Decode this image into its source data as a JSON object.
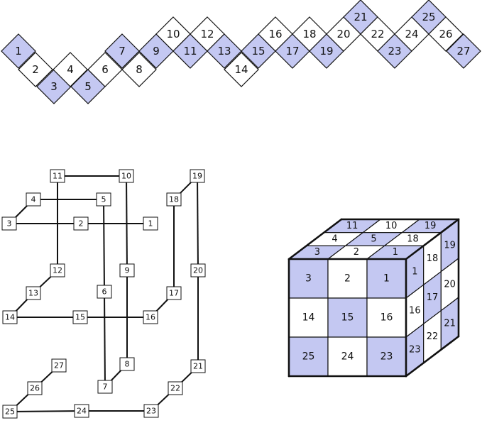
{
  "colors": {
    "highlight": "#c4c8f2",
    "plain": "#ffffff",
    "stroke": "#111111"
  },
  "strip": {
    "cells": [
      {
        "label": "1",
        "hl": true
      },
      {
        "label": "2",
        "hl": false
      },
      {
        "label": "3",
        "hl": true
      },
      {
        "label": "4",
        "hl": false
      },
      {
        "label": "5",
        "hl": true
      },
      {
        "label": "6",
        "hl": false
      },
      {
        "label": "7",
        "hl": true
      },
      {
        "label": "8",
        "hl": false
      },
      {
        "label": "9",
        "hl": true
      },
      {
        "label": "10",
        "hl": false
      },
      {
        "label": "11",
        "hl": true
      },
      {
        "label": "12",
        "hl": false
      },
      {
        "label": "13",
        "hl": true
      },
      {
        "label": "14",
        "hl": false
      },
      {
        "label": "15",
        "hl": true
      },
      {
        "label": "16",
        "hl": false
      },
      {
        "label": "17",
        "hl": true
      },
      {
        "label": "18",
        "hl": false
      },
      {
        "label": "19",
        "hl": true
      },
      {
        "label": "20",
        "hl": false
      },
      {
        "label": "21",
        "hl": true
      },
      {
        "label": "22",
        "hl": false
      },
      {
        "label": "23",
        "hl": true
      },
      {
        "label": "24",
        "hl": false
      },
      {
        "label": "25",
        "hl": true
      },
      {
        "label": "26",
        "hl": false
      },
      {
        "label": "27",
        "hl": true
      }
    ]
  },
  "graph": {
    "nodes": [
      {
        "id": "1",
        "label": "1"
      },
      {
        "id": "2",
        "label": "2"
      },
      {
        "id": "3",
        "label": "3"
      },
      {
        "id": "4",
        "label": "4"
      },
      {
        "id": "5",
        "label": "5"
      },
      {
        "id": "6",
        "label": "6"
      },
      {
        "id": "7",
        "label": "7"
      },
      {
        "id": "8",
        "label": "8"
      },
      {
        "id": "9",
        "label": "9"
      },
      {
        "id": "10",
        "label": "10"
      },
      {
        "id": "11",
        "label": "11"
      },
      {
        "id": "12",
        "label": "12"
      },
      {
        "id": "13",
        "label": "13"
      },
      {
        "id": "14",
        "label": "14"
      },
      {
        "id": "15",
        "label": "15"
      },
      {
        "id": "16",
        "label": "16"
      },
      {
        "id": "17",
        "label": "17"
      },
      {
        "id": "18",
        "label": "18"
      },
      {
        "id": "19",
        "label": "19"
      },
      {
        "id": "20",
        "label": "20"
      },
      {
        "id": "21",
        "label": "21"
      },
      {
        "id": "22",
        "label": "22"
      },
      {
        "id": "23",
        "label": "23"
      },
      {
        "id": "24",
        "label": "24"
      },
      {
        "id": "25",
        "label": "25"
      },
      {
        "id": "26",
        "label": "26"
      },
      {
        "id": "27",
        "label": "27"
      }
    ],
    "edges": [
      [
        "1",
        "2"
      ],
      [
        "2",
        "3"
      ],
      [
        "3",
        "4"
      ],
      [
        "4",
        "5"
      ],
      [
        "5",
        "6"
      ],
      [
        "6",
        "7"
      ],
      [
        "7",
        "8"
      ],
      [
        "8",
        "9"
      ],
      [
        "9",
        "10"
      ],
      [
        "10",
        "11"
      ],
      [
        "11",
        "12"
      ],
      [
        "12",
        "13"
      ],
      [
        "13",
        "14"
      ],
      [
        "14",
        "15"
      ],
      [
        "15",
        "16"
      ],
      [
        "16",
        "17"
      ],
      [
        "17",
        "18"
      ],
      [
        "18",
        "19"
      ],
      [
        "19",
        "20"
      ],
      [
        "20",
        "21"
      ],
      [
        "21",
        "22"
      ],
      [
        "22",
        "23"
      ],
      [
        "23",
        "24"
      ],
      [
        "24",
        "25"
      ],
      [
        "25",
        "26"
      ],
      [
        "26",
        "27"
      ]
    ]
  },
  "cube": {
    "front": [
      [
        {
          "label": "3",
          "hl": true
        },
        {
          "label": "2",
          "hl": false
        },
        {
          "label": "1",
          "hl": true
        }
      ],
      [
        {
          "label": "14",
          "hl": false
        },
        {
          "label": "15",
          "hl": true
        },
        {
          "label": "16",
          "hl": false
        }
      ],
      [
        {
          "label": "25",
          "hl": true
        },
        {
          "label": "24",
          "hl": false
        },
        {
          "label": "23",
          "hl": true
        }
      ]
    ],
    "top": [
      [
        {
          "label": "11",
          "hl": true
        },
        {
          "label": "10",
          "hl": false
        },
        {
          "label": "19",
          "hl": true
        }
      ],
      [
        {
          "label": "4",
          "hl": false
        },
        {
          "label": "5",
          "hl": true
        },
        {
          "label": "18",
          "hl": false
        }
      ],
      [
        {
          "label": "3",
          "hl": true
        },
        {
          "label": "2",
          "hl": false
        },
        {
          "label": "1",
          "hl": true
        }
      ]
    ],
    "right": [
      [
        {
          "label": "1",
          "hl": true
        },
        {
          "label": "18",
          "hl": false
        },
        {
          "label": "19",
          "hl": true
        }
      ],
      [
        {
          "label": "16",
          "hl": false
        },
        {
          "label": "17",
          "hl": true
        },
        {
          "label": "20",
          "hl": false
        }
      ],
      [
        {
          "label": "23",
          "hl": true
        },
        {
          "label": "22",
          "hl": false
        },
        {
          "label": "21",
          "hl": true
        }
      ]
    ]
  }
}
